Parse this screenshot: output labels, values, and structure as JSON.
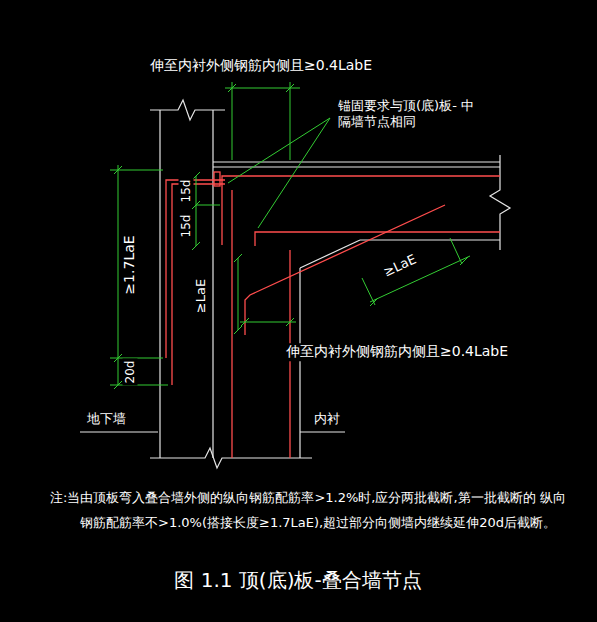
{
  "diagram": {
    "caption": "图 1.1 顶(底)板-叠合墙节点",
    "labels": [
      "伸至内衬外侧钢筋内侧且≥0.4LabE",
      "锚固要求与顶(底)板- 中隔墙节点相同",
      "15d",
      "15d",
      "≥1.7LaE",
      "20d",
      "≥LaE",
      "≥LaE",
      "伸至内衬外侧钢筋内侧且≥0.4LabE",
      "地下墙",
      "内衬",
      "注:当由顶板弯入叠合墙外侧的纵向钢筋配筋率>1.2%时,应分两批截断,第一批截断的 纵向钢筋配筋率不>1.0%(搭接长度≥1.7LaE),超过部分向侧墙内继续延伸20d后截断。"
    ]
  }
}
